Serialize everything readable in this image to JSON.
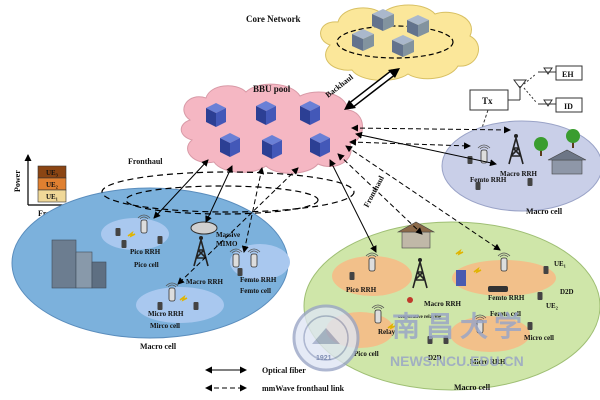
{
  "labels": {
    "core_network": "Core Network",
    "bbu_pool": "BBU pool",
    "backhaul": "Backhaul",
    "fronthaul_left": "Fronthaul",
    "fronthaul_right": "Fronthaul",
    "power": "Power",
    "frequency": "Frequency",
    "ue1": "UE₁",
    "ue2": "UE₂",
    "ue3": "UE₃",
    "tx": "Tx",
    "eh": "EH",
    "id": "ID",
    "left": {
      "pico_rrh": "Pico RRH",
      "pico_cell": "Pico cell",
      "massive_mimo_1": "Massive",
      "massive_mimo_2": "MIMO",
      "femto_rrh": "Femto RRH",
      "femto_cell": "Femto cell",
      "macro_rrh": "Macro RRH",
      "micro_rrh": "Micro RRH",
      "micro_cell": "Mirco cell",
      "macro_cell": "Macro cell"
    },
    "top_right": {
      "macro_rrh": "Macro RRH",
      "femto_rrh": "Femto RRH",
      "macro_cell": "Macro cell"
    },
    "bottom_right": {
      "pico_rrh": "Pico RRH",
      "macro_rrh": "Macro RRH",
      "femto_rrh": "Femto RRH",
      "ue1": "UE₁",
      "ue2": "UE₂",
      "d2d_a": "D2D",
      "d2d_b": "D2D",
      "femto_cell": "Femto cell",
      "relay": "Relay",
      "pico_cell": "Pico cell",
      "micro_rrh": "Micro RRH",
      "micro_cell": "Micro cell",
      "macro_cell": "Macro cell",
      "co_ue": "cooperative relaying"
    },
    "legend_optical": "Optical fiber",
    "legend_mmwave": "mmWave fronthaul link",
    "watermark_url": "NEWS.NCU.EDU.CN",
    "watermark_cn": "南昌大学",
    "seal_year": "1921"
  },
  "colors": {
    "cloud_core": "#fbe79a",
    "cloud_bbu": "#f5b7c3",
    "cell_left": "#7cb1dc",
    "cell_left_inner": "#a9c8ef",
    "cell_top_right": "#c9cfe8",
    "cell_bottom_right": "#cfe6a9",
    "pico_zone": "#f2c08a",
    "server": "#3f55b3",
    "core_server": "#7f8fa8",
    "watermark": "#9aa6c6"
  }
}
